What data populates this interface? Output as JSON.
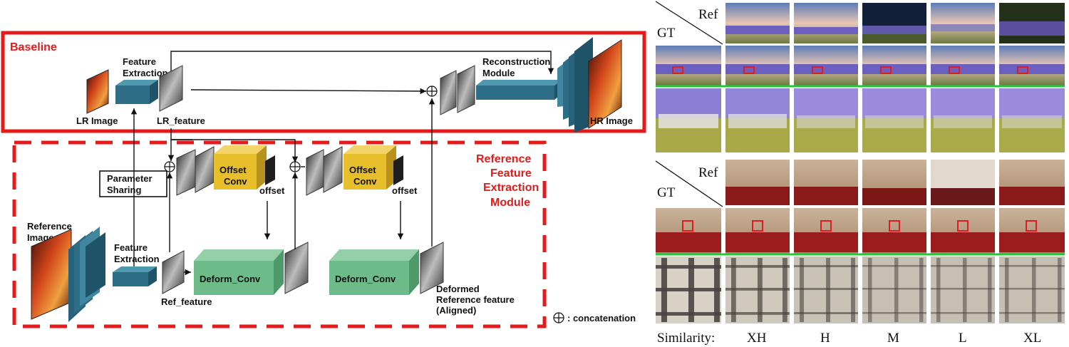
{
  "diagram": {
    "baseline_title": "Baseline",
    "ref_module_title": [
      "Reference",
      "Feature",
      "Extraction",
      "Module"
    ],
    "feature_extraction_label": [
      "Feature",
      "Extraction"
    ],
    "reconstruction_label": [
      "Reconstruction",
      "Module"
    ],
    "lr_image_label": "LR Image",
    "lr_feature_label": "LR_feature",
    "hr_image_label": "HR Image",
    "parameter_sharing_label": [
      "Parameter",
      "Sharing"
    ],
    "offset_conv_label": [
      "Offset",
      "Conv"
    ],
    "offset_label": "offset",
    "reference_image_label": [
      "Reference",
      "Image"
    ],
    "ref_feature_label": "Ref_feature",
    "deform_conv_label": "Deform_Conv",
    "deformed_label": [
      "Deformed",
      "Reference feature",
      "(Aligned)"
    ],
    "concat_legend": ": concatenation",
    "concat_symbol": "⊕"
  },
  "comparison": {
    "ref_label": "Ref",
    "gt_label": "GT",
    "similarity_label": "Similarity:",
    "levels": [
      "XH",
      "H",
      "M",
      "L",
      "XL"
    ]
  },
  "colors": {
    "baseline_border": "#e31b1b",
    "teal_block": "#2d6e86",
    "offset_conv": "#e6bf2a",
    "deform_conv": "#6dbb88"
  }
}
